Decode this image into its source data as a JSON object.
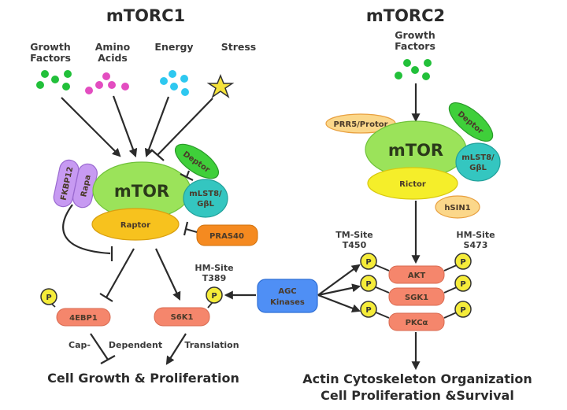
{
  "diagram": {
    "mtorc1": {
      "title": "mTORC1",
      "inputs": [
        {
          "line1": "Growth",
          "line2": "Factors",
          "icon": "green-dots",
          "color": "#22c03a"
        },
        {
          "line1": "Amino",
          "line2": "Acids",
          "icon": "pink-dots",
          "color": "#e34dc0"
        },
        {
          "line1": "Energy",
          "line2": "",
          "icon": "cyan-dots",
          "color": "#2ec8f0"
        },
        {
          "line1": "Stress",
          "line2": "",
          "icon": "star",
          "color": "#f5e33b"
        }
      ],
      "mtor": "mTOR",
      "raptor": "Raptor",
      "deptor": "Deptor",
      "mlst8_line1": "mLST8/",
      "mlst8_line2": "GβL",
      "fkbp12": "FKBP12",
      "rapa": "Rapa",
      "pras40": "PRAS40",
      "hm_site_line1": "HM-Site",
      "hm_site_line2": "T389",
      "eb": "4EBP1",
      "s6k1": "S6K1",
      "cap": "Cap-",
      "dependent": "Dependent",
      "translation": "Translation",
      "output": "Cell Growth & Proliferation"
    },
    "mtorc2": {
      "title": "mTORC2",
      "input_line1": "Growth",
      "input_line2": "Factors",
      "input_color": "#22c03a",
      "mtor": "mTOR",
      "rictor": "Rictor",
      "deptor": "Deptor",
      "mlst8_line1": "mLST8/",
      "mlst8_line2": "GβL",
      "protor": "PRR5/Protor",
      "hsin1": "hSIN1",
      "tm_site_line1": "TM-Site",
      "tm_site_line2": "T450",
      "hm_site_line1": "HM-Site",
      "hm_site_line2": "S473",
      "akt": "AKT",
      "sgk1": "SGK1",
      "pkca": "PKCα",
      "output_line1": "Actin Cytoskeleton Organization",
      "output_line2": "Cell Proliferation &Survival"
    },
    "agc_line1": "AGC",
    "agc_line2": "Kinases",
    "phospho": "P",
    "colors": {
      "mtor": "#9be35a",
      "raptor": "#f7c21e",
      "rictor": "#f5ee2a",
      "deptor": "#3fcf3a",
      "mlst8": "#34c6c0",
      "fkbp": "#c79af2",
      "pras40": "#f58a20",
      "protor": "#fbd78a",
      "substrate": "#f5866c",
      "agc": "#4f8ff5",
      "phospho": "#f5ec3a"
    }
  }
}
